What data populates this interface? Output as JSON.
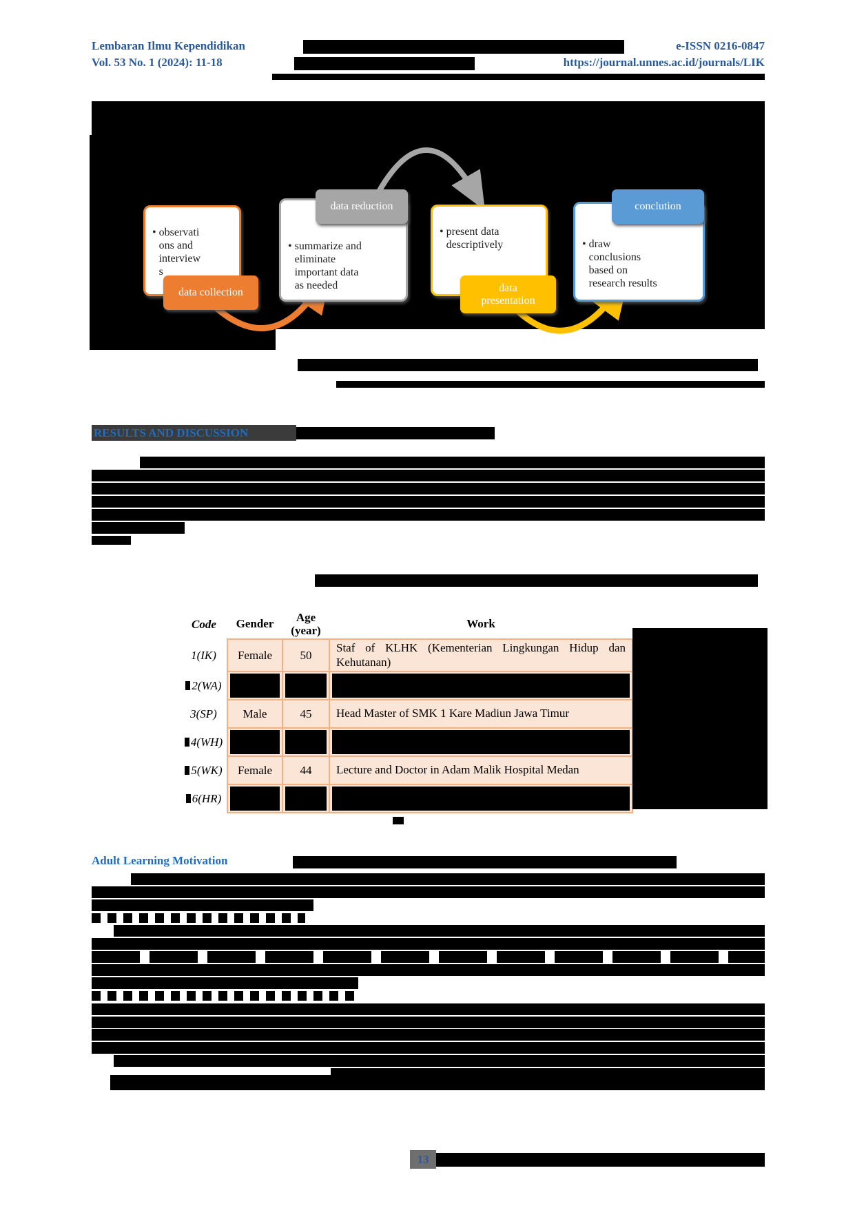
{
  "header": {
    "journal_name": "Lembaran Ilmu Kependidikan",
    "volume_line": "Vol. 53 No. 1 (2024): 11-18",
    "eissn": "e-ISSN 0216-0847",
    "url": "https://journal.unnes.ac.id/journals/LIK"
  },
  "diagram": {
    "steps": [
      {
        "label": "data collection",
        "detail": "observati\nons and\ninterview\ns",
        "color": "#ED7D31"
      },
      {
        "label": "data reduction",
        "detail": "summarize and\neliminate\nimportant data\nas needed",
        "color": "#A6A6A6"
      },
      {
        "label": "data\npresentation",
        "detail": "present data\ndescriptively",
        "color": "#FFC000"
      },
      {
        "label": "conclution",
        "detail": "draw\nconclusions\nbased on\nresearch results",
        "color": "#5B9BD5"
      }
    ]
  },
  "sections": {
    "results_heading": "RESULTS AND DISCUSSION",
    "adult_heading": "Adult Learning Motivation"
  },
  "table": {
    "headers": [
      "Code",
      "Gender",
      "Age (year)",
      "Work"
    ],
    "rows": [
      {
        "code": "1(IK)",
        "gender": "Female",
        "age": "50",
        "work": "Staf of KLHK (Kementerian Lingkungan Hidup dan Kehutanan)"
      },
      {
        "code": "2(WA)",
        "gender": "",
        "age": "",
        "work": ""
      },
      {
        "code": "3(SP)",
        "gender": "Male",
        "age": "45",
        "work": "Head Master of SMK 1 Kare Madiun Jawa Timur"
      },
      {
        "code": "4(WH)",
        "gender": "",
        "age": "",
        "work": ""
      },
      {
        "code": "5(WK)",
        "gender": "Female",
        "age": "44",
        "work": "Lecture and Doctor in Adam Malik Hospital Medan"
      },
      {
        "code": "6(HR)",
        "gender": "",
        "age": "",
        "work": ""
      }
    ]
  },
  "footer": {
    "page_number": "13"
  },
  "colors": {
    "header_blue": "#2a5a9c",
    "heading_blue": "#1f6cc0",
    "orange": "#ED7D31",
    "gray": "#A6A6A6",
    "gold": "#FFC000",
    "blue": "#5B9BD5",
    "table_cell_bg": "#FBE5D6",
    "table_border": "#F1B183"
  }
}
